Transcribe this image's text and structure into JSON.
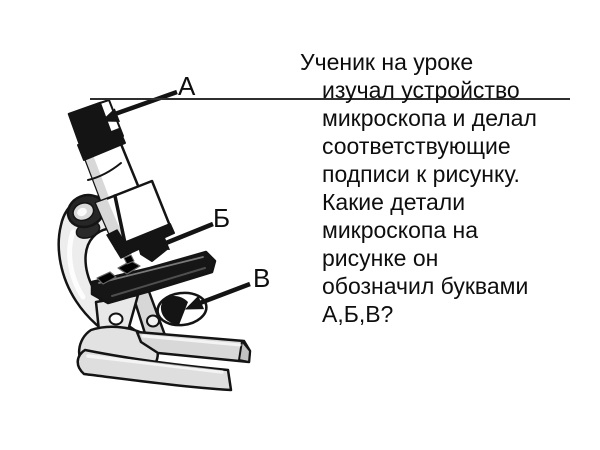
{
  "labels": {
    "a": "А",
    "b": "Б",
    "v": "В"
  },
  "question": {
    "lines": [
      "Ученик на уроке",
      "изучал устройство",
      "микроскопа и делал",
      "соответствующие",
      "подписи к рисунку.",
      "Какие детали",
      "микроскопа на",
      "рисунке он",
      "обозначил буквами",
      "А,Б,В?"
    ]
  },
  "figure": {
    "name": "microscope-illustration"
  },
  "colors": {
    "ink": "#141414",
    "paper": "#ffffff",
    "metal_light": "#ededed",
    "metal_mid": "#d8d8d8",
    "metal_dark": "#c2c2c2",
    "divider": "#2f2f2f",
    "text": "#0e0e0e"
  }
}
